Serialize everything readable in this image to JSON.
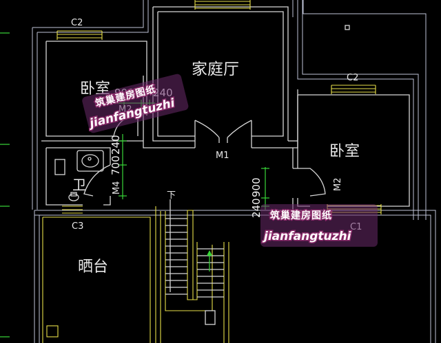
{
  "rooms": {
    "living": "家庭厅",
    "bedroom_left": "卧室",
    "bedroom_right": "卧室",
    "bathroom": "卫",
    "balcony": "晒台"
  },
  "windows": {
    "c2_left": "C2",
    "c2_right": "C2",
    "c3": "C3",
    "c1": "C1"
  },
  "doors": {
    "m1": "M1",
    "m2_left": "M2",
    "m2_right": "M2",
    "m4": "M4"
  },
  "dimensions": {
    "top_900": "900",
    "top_240": "240",
    "m4_700": "700",
    "m4_240": "240",
    "right_900": "900",
    "right_240": "240"
  },
  "stair": {
    "down_mark": "下"
  },
  "watermark": {
    "brand_cn": "筑巢建房图纸",
    "brand_en": "jianfangtuzhi"
  },
  "colors": {
    "background": "#000000",
    "walls": "#d8d8d8",
    "window_lines": "#e8e04a",
    "dimension_lines": "#38d838",
    "watermark_outline": "#8a2a6a"
  }
}
